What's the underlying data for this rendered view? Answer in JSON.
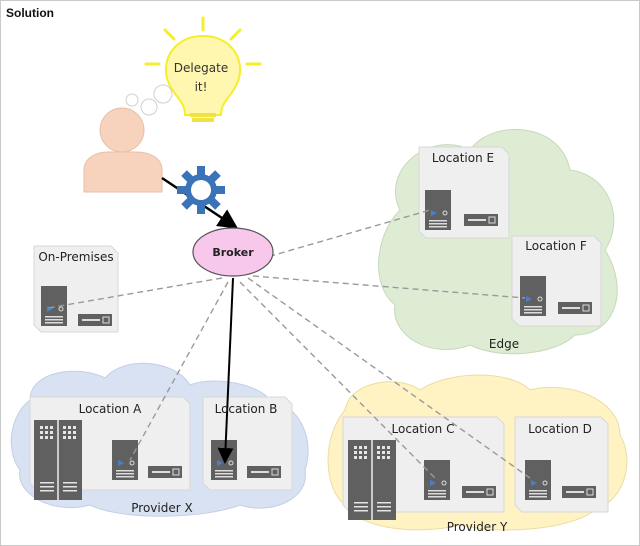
{
  "title": "Solution",
  "bulb": {
    "line1": "Delegate",
    "line2": "it!"
  },
  "broker": {
    "label": "Broker"
  },
  "on_premises": {
    "label": "On-Premises"
  },
  "locations": {
    "a": "Location A",
    "b": "Location B",
    "c": "Location C",
    "d": "Location D",
    "e": "Location E",
    "f": "Location F"
  },
  "clouds": {
    "edge": "Edge",
    "provider_x": "Provider X",
    "provider_y": "Provider Y"
  },
  "colors": {
    "broker_fill": "#f7c8ec",
    "bulb_fill": "#fff7b0",
    "bulb_rays": "#f5ee29",
    "person": "#f7d3bd",
    "gear": "#3b73b9",
    "edge_cloud": "#deecd4",
    "provider_x_cloud": "#d9e2f2",
    "provider_y_cloud": "#fff3c4",
    "box": "#efefef",
    "server": "#606060",
    "arrow_blue": "#2f63b1"
  }
}
